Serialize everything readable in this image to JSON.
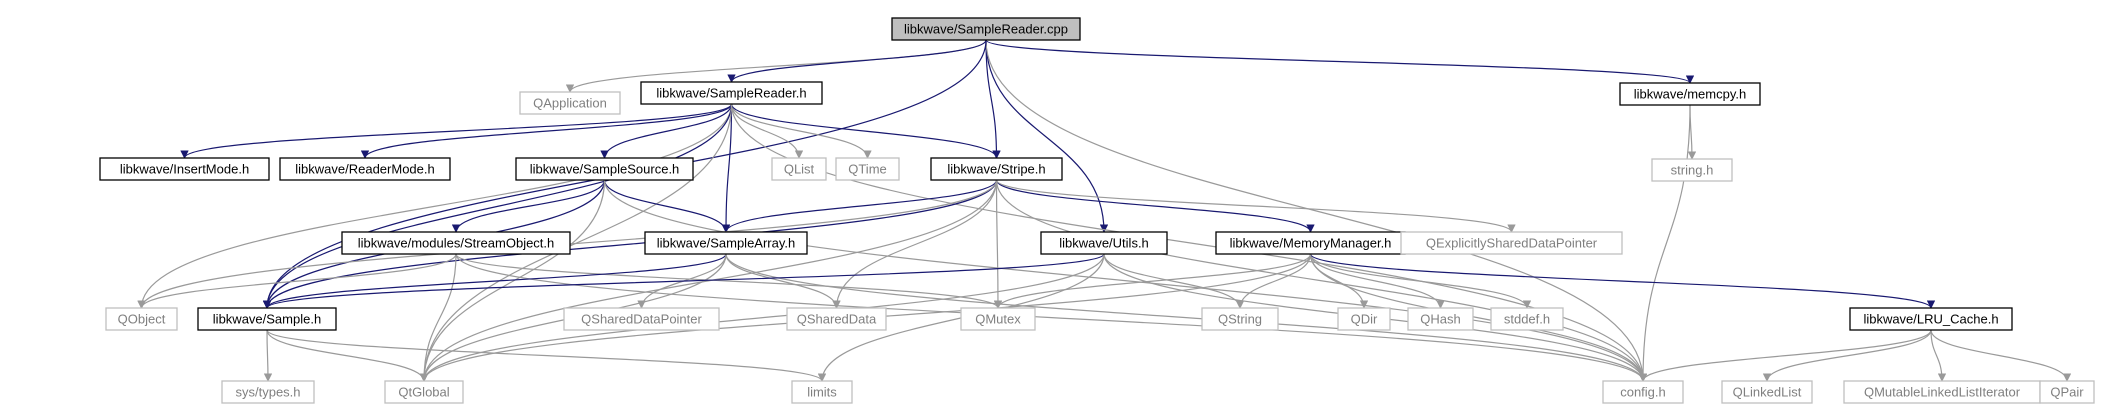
{
  "diagram": {
    "nodes": [
      {
        "id": "root",
        "label": "libkwave/SampleReader.cpp",
        "kind": "root"
      },
      {
        "id": "qapplication",
        "label": "QApplication",
        "kind": "external"
      },
      {
        "id": "samplereader_h",
        "label": "libkwave/SampleReader.h",
        "kind": "project"
      },
      {
        "id": "memcpy_h",
        "label": "libkwave/memcpy.h",
        "kind": "project"
      },
      {
        "id": "string_h",
        "label": "string.h",
        "kind": "external"
      },
      {
        "id": "insertmode_h",
        "label": "libkwave/InsertMode.h",
        "kind": "project"
      },
      {
        "id": "readermode_h",
        "label": "libkwave/ReaderMode.h",
        "kind": "project"
      },
      {
        "id": "samplesource_h",
        "label": "libkwave/SampleSource.h",
        "kind": "project"
      },
      {
        "id": "qlist",
        "label": "QList",
        "kind": "external"
      },
      {
        "id": "qtime",
        "label": "QTime",
        "kind": "external"
      },
      {
        "id": "stripe_h",
        "label": "libkwave/Stripe.h",
        "kind": "project"
      },
      {
        "id": "streamobject_h",
        "label": "libkwave/modules/StreamObject.h",
        "kind": "project"
      },
      {
        "id": "samplearray_h",
        "label": "libkwave/SampleArray.h",
        "kind": "project"
      },
      {
        "id": "utils_h",
        "label": "libkwave/Utils.h",
        "kind": "project"
      },
      {
        "id": "memorymanager_h",
        "label": "libkwave/MemoryManager.h",
        "kind": "project"
      },
      {
        "id": "qexplicitly",
        "label": "QExplicitlySharedDataPointer",
        "kind": "external"
      },
      {
        "id": "qobject",
        "label": "QObject",
        "kind": "external"
      },
      {
        "id": "sample_h",
        "label": "libkwave/Sample.h",
        "kind": "project"
      },
      {
        "id": "qshareddatapointer",
        "label": "QSharedDataPointer",
        "kind": "external"
      },
      {
        "id": "qshareddata",
        "label": "QSharedData",
        "kind": "external"
      },
      {
        "id": "qmutex",
        "label": "QMutex",
        "kind": "external"
      },
      {
        "id": "qstring",
        "label": "QString",
        "kind": "external"
      },
      {
        "id": "qdir",
        "label": "QDir",
        "kind": "external"
      },
      {
        "id": "qhash",
        "label": "QHash",
        "kind": "external"
      },
      {
        "id": "stddef_h",
        "label": "stddef.h",
        "kind": "external"
      },
      {
        "id": "lru_cache_h",
        "label": "libkwave/LRU_Cache.h",
        "kind": "project"
      },
      {
        "id": "sys_types_h",
        "label": "sys/types.h",
        "kind": "external"
      },
      {
        "id": "qtglobal",
        "label": "QtGlobal",
        "kind": "external"
      },
      {
        "id": "limits",
        "label": "limits",
        "kind": "external"
      },
      {
        "id": "config_h",
        "label": "config.h",
        "kind": "external"
      },
      {
        "id": "qlinkedlist",
        "label": "QLinkedList",
        "kind": "external"
      },
      {
        "id": "qmutablelinkedlistiterator",
        "label": "QMutableLinkedListIterator",
        "kind": "external"
      },
      {
        "id": "qpair",
        "label": "QPair",
        "kind": "external"
      }
    ],
    "edges": [
      [
        "root",
        "qapplication"
      ],
      [
        "root",
        "samplereader_h"
      ],
      [
        "root",
        "memcpy_h"
      ],
      [
        "root",
        "stripe_h"
      ],
      [
        "root",
        "utils_h"
      ],
      [
        "root",
        "config_h"
      ],
      [
        "root",
        "sample_h"
      ],
      [
        "memcpy_h",
        "string_h"
      ],
      [
        "memcpy_h",
        "config_h"
      ],
      [
        "samplereader_h",
        "insertmode_h"
      ],
      [
        "samplereader_h",
        "readermode_h"
      ],
      [
        "samplereader_h",
        "samplesource_h"
      ],
      [
        "samplereader_h",
        "qlist"
      ],
      [
        "samplereader_h",
        "qtime"
      ],
      [
        "samplereader_h",
        "stripe_h"
      ],
      [
        "samplereader_h",
        "samplearray_h"
      ],
      [
        "samplereader_h",
        "qobject"
      ],
      [
        "samplereader_h",
        "sample_h"
      ],
      [
        "samplereader_h",
        "qtglobal"
      ],
      [
        "samplereader_h",
        "config_h"
      ],
      [
        "samplesource_h",
        "streamobject_h"
      ],
      [
        "samplesource_h",
        "samplearray_h"
      ],
      [
        "samplesource_h",
        "sample_h"
      ],
      [
        "samplesource_h",
        "qtglobal"
      ],
      [
        "samplesource_h",
        "config_h"
      ],
      [
        "stripe_h",
        "samplearray_h"
      ],
      [
        "stripe_h",
        "memorymanager_h"
      ],
      [
        "stripe_h",
        "qexplicitly"
      ],
      [
        "stripe_h",
        "qmutex"
      ],
      [
        "stripe_h",
        "qshareddata"
      ],
      [
        "stripe_h",
        "sample_h"
      ],
      [
        "stripe_h",
        "qtglobal"
      ],
      [
        "stripe_h",
        "config_h"
      ],
      [
        "stripe_h",
        "qobject"
      ],
      [
        "streamobject_h",
        "qobject"
      ],
      [
        "streamobject_h",
        "qmutex"
      ],
      [
        "streamobject_h",
        "qtglobal"
      ],
      [
        "streamobject_h",
        "config_h"
      ],
      [
        "samplearray_h",
        "sample_h"
      ],
      [
        "samplearray_h",
        "qshareddatapointer"
      ],
      [
        "samplearray_h",
        "qshareddata"
      ],
      [
        "samplearray_h",
        "qtglobal"
      ],
      [
        "samplearray_h",
        "config_h"
      ],
      [
        "utils_h",
        "sample_h"
      ],
      [
        "utils_h",
        "qstring"
      ],
      [
        "utils_h",
        "qtglobal"
      ],
      [
        "utils_h",
        "limits"
      ],
      [
        "utils_h",
        "config_h"
      ],
      [
        "memorymanager_h",
        "qmutex"
      ],
      [
        "memorymanager_h",
        "qstring"
      ],
      [
        "memorymanager_h",
        "qdir"
      ],
      [
        "memorymanager_h",
        "qhash"
      ],
      [
        "memorymanager_h",
        "stddef_h"
      ],
      [
        "memorymanager_h",
        "lru_cache_h"
      ],
      [
        "memorymanager_h",
        "qtglobal"
      ],
      [
        "memorymanager_h",
        "config_h"
      ],
      [
        "lru_cache_h",
        "config_h"
      ],
      [
        "lru_cache_h",
        "qlinkedlist"
      ],
      [
        "lru_cache_h",
        "qmutablelinkedlistiterator"
      ],
      [
        "lru_cache_h",
        "qpair"
      ],
      [
        "sample_h",
        "sys_types_h"
      ],
      [
        "sample_h",
        "qtglobal"
      ],
      [
        "sample_h",
        "limits"
      ]
    ]
  }
}
